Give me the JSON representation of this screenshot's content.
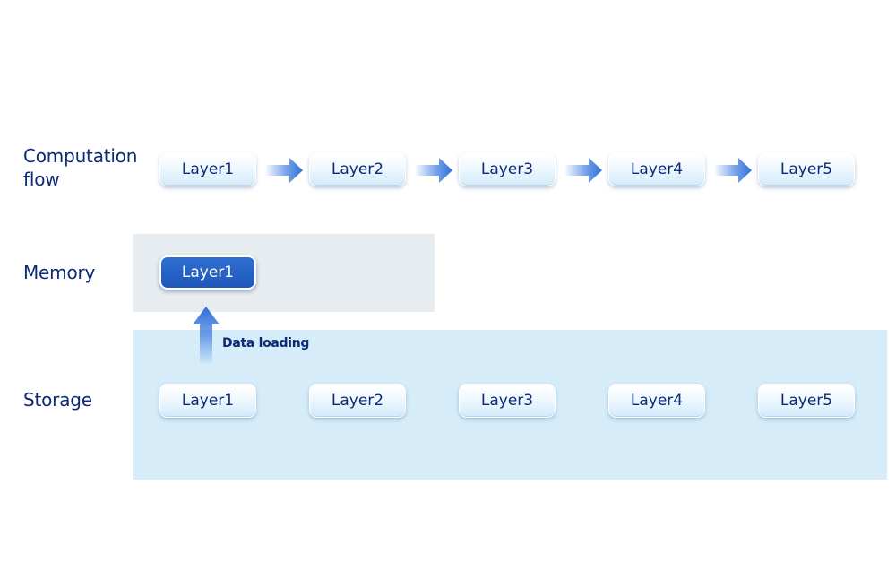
{
  "rows": {
    "computation_label": "Computation flow",
    "memory_label": "Memory",
    "storage_label": "Storage"
  },
  "computation_flow": {
    "layers": [
      "Layer1",
      "Layer2",
      "Layer3",
      "Layer4",
      "Layer5"
    ]
  },
  "memory": {
    "layers": [
      "Layer1"
    ]
  },
  "storage": {
    "layers": [
      "Layer1",
      "Layer2",
      "Layer3",
      "Layer4",
      "Layer5"
    ]
  },
  "data_loading_label": "Data loading",
  "colors": {
    "text": "#0b2a78",
    "memory_region": "#e7ecf1",
    "storage_region": "#d6edf9",
    "active_layer": "#1f57bb",
    "arrow": "#3b7be0"
  },
  "icons": [
    "flow-arrow-icon",
    "data-loading-arrow-icon"
  ]
}
